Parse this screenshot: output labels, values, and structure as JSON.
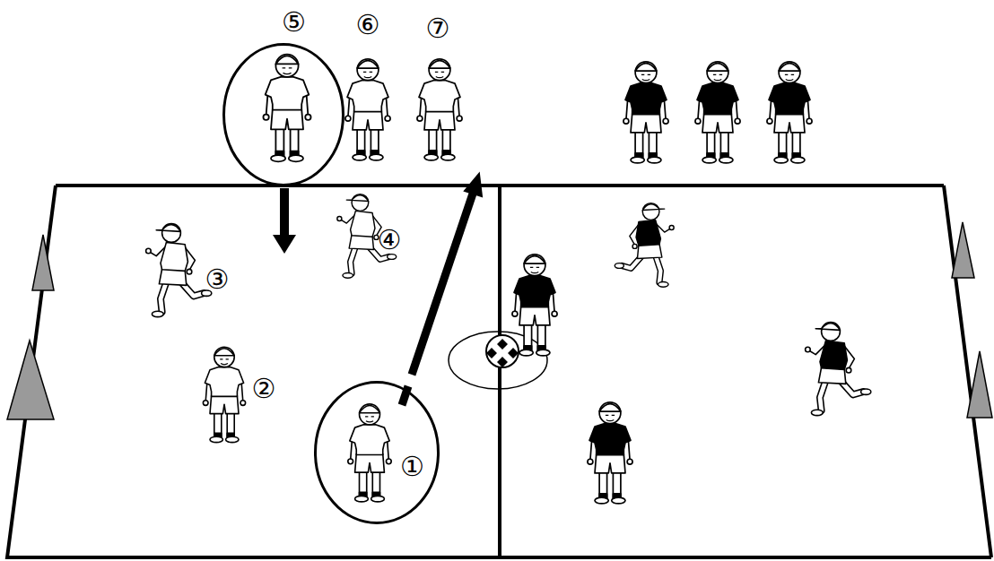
{
  "diagram": {
    "nodes": [
      {
        "text": [
          "⑤"
        ]
      },
      {
        "text": [
          "①"
        ]
      }
    ],
    "labels": [
      "⑥",
      "⑦",
      "④",
      "③",
      "②"
    ]
  }
}
